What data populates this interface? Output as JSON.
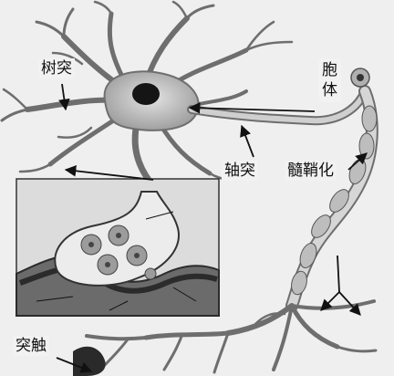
{
  "labels": {
    "dendrite": "树突",
    "cell_body_top": "胞",
    "cell_body_bottom": "体",
    "axon": "轴突",
    "myelination": "髓鞘化",
    "synapse": "突触"
  },
  "colors": {
    "background": "#efefef",
    "neuron_fill": "#c9c9c9",
    "neuron_outline": "#6e6e6e",
    "nucleus": "#151515",
    "inset_fill": "#d8d8d8",
    "membrane": "#3a3a3a",
    "arrow": "#111111"
  }
}
